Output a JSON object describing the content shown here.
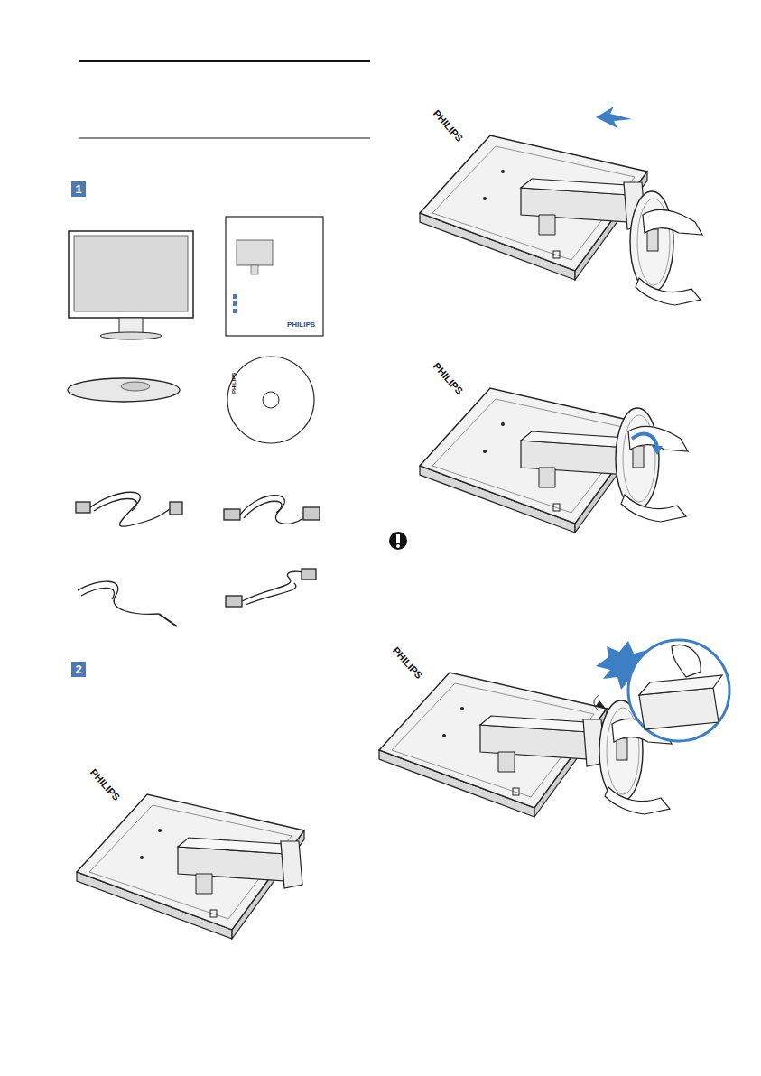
{
  "diagram": {
    "nodes": [
      {
        "text": [
          "1"
        ]
      },
      {
        "text": [
          "2"
        ]
      }
    ],
    "labels": [
      "PHILIPS",
      "PHILIPS",
      "PHILIPS",
      "PHILIPS",
      "PHILIPS",
      "PHILIPS"
    ]
  }
}
